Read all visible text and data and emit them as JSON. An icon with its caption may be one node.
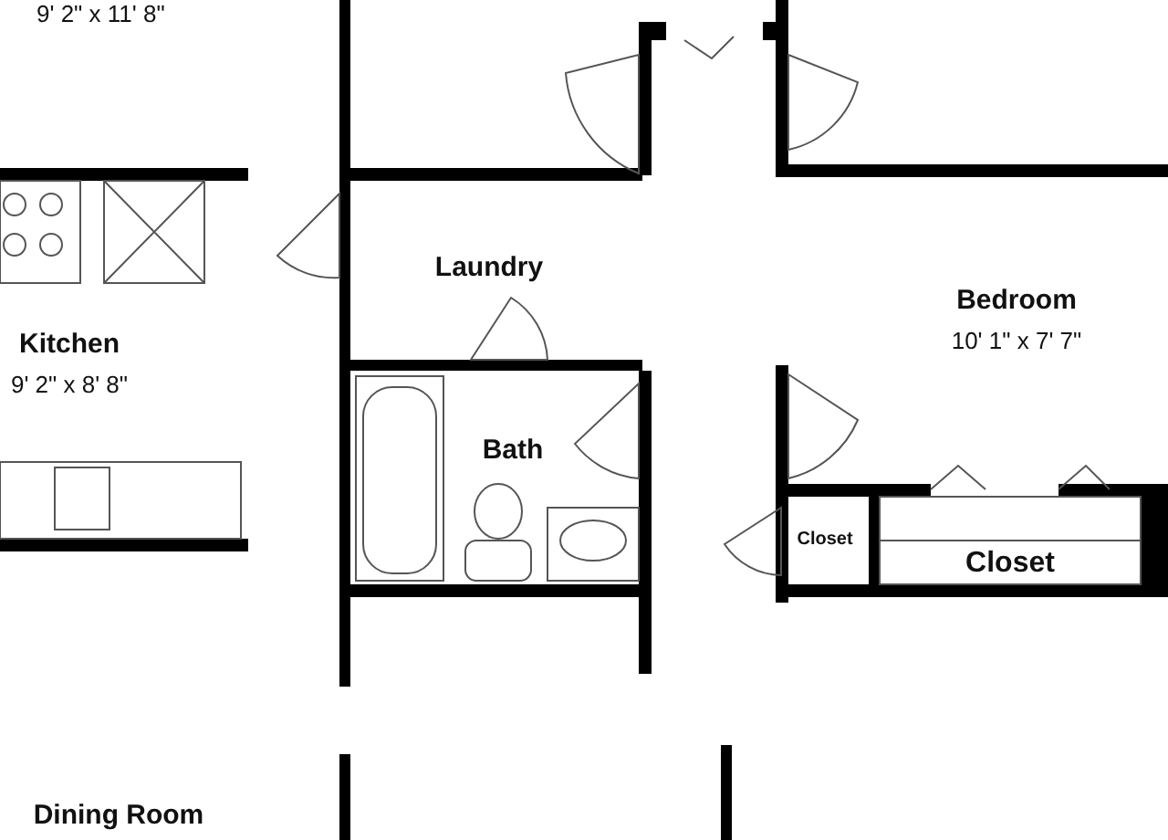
{
  "diagram": {
    "nodes": [
      {
        "text": [
          "Kitchen",
          "9' 2\" x 8' 8\""
        ]
      },
      {
        "text": [
          "Laundry"
        ]
      },
      {
        "text": [
          "Bath"
        ]
      },
      {
        "text": [
          "Bedroom",
          "10' 1\" x 7' 7\""
        ]
      },
      {
        "text": [
          "Closet"
        ]
      },
      {
        "text": [
          "Closet"
        ]
      },
      {
        "text": [
          "Dining Room"
        ]
      }
    ],
    "labels": [
      "9' 2\" x 11' 8\""
    ]
  }
}
